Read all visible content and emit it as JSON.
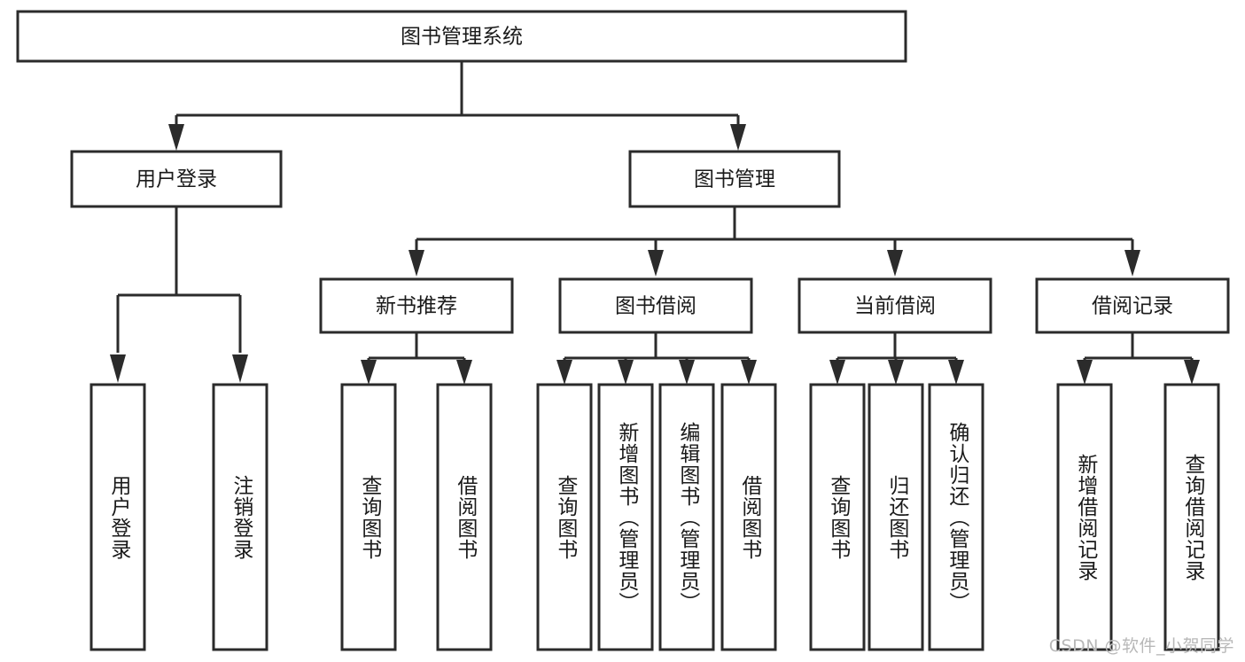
{
  "diagram": {
    "title_node": {
      "label": "图书管理系统"
    },
    "level2": [
      {
        "id": "user-login",
        "label": "用户登录"
      },
      {
        "id": "book-management",
        "label": "图书管理"
      }
    ],
    "level3": [
      {
        "id": "new-book-recommend",
        "label": "新书推荐"
      },
      {
        "id": "book-borrow",
        "label": "图书借阅"
      },
      {
        "id": "current-borrow",
        "label": "当前借阅"
      },
      {
        "id": "borrow-record",
        "label": "借阅记录"
      }
    ],
    "leaves": {
      "user_login": [
        {
          "id": "leaf-user-login",
          "label": "用户登录"
        },
        {
          "id": "leaf-logout-login",
          "label": "注销登录"
        }
      ],
      "new_book_recommend": [
        {
          "id": "leaf-query-book-1",
          "label": "查询图书"
        },
        {
          "id": "leaf-borrow-book-1",
          "label": "借阅图书"
        }
      ],
      "book_borrow": [
        {
          "id": "leaf-query-book-2",
          "label": "查询图书"
        },
        {
          "id": "leaf-add-book",
          "label": "新增图书（管理员）"
        },
        {
          "id": "leaf-edit-book",
          "label": "编辑图书（管理员）"
        },
        {
          "id": "leaf-borrow-book-2",
          "label": "借阅图书"
        }
      ],
      "current_borrow": [
        {
          "id": "leaf-query-book-3",
          "label": "查询图书"
        },
        {
          "id": "leaf-return-book",
          "label": "归还图书"
        },
        {
          "id": "leaf-confirm-return",
          "label": "确认归还（管理员）"
        }
      ],
      "borrow_record": [
        {
          "id": "leaf-add-borrow-record",
          "label": "新增借阅记录"
        },
        {
          "id": "leaf-query-borrow-record",
          "label": "查询借阅记录"
        }
      ]
    }
  },
  "watermark": {
    "text": "CSDN @软件_小贺同学"
  },
  "colors": {
    "stroke": "#2b2b2b",
    "box_fill": "#ffffff",
    "text": "#1a1a1a",
    "watermark": "#b8b8b8",
    "background": "#ffffff"
  }
}
